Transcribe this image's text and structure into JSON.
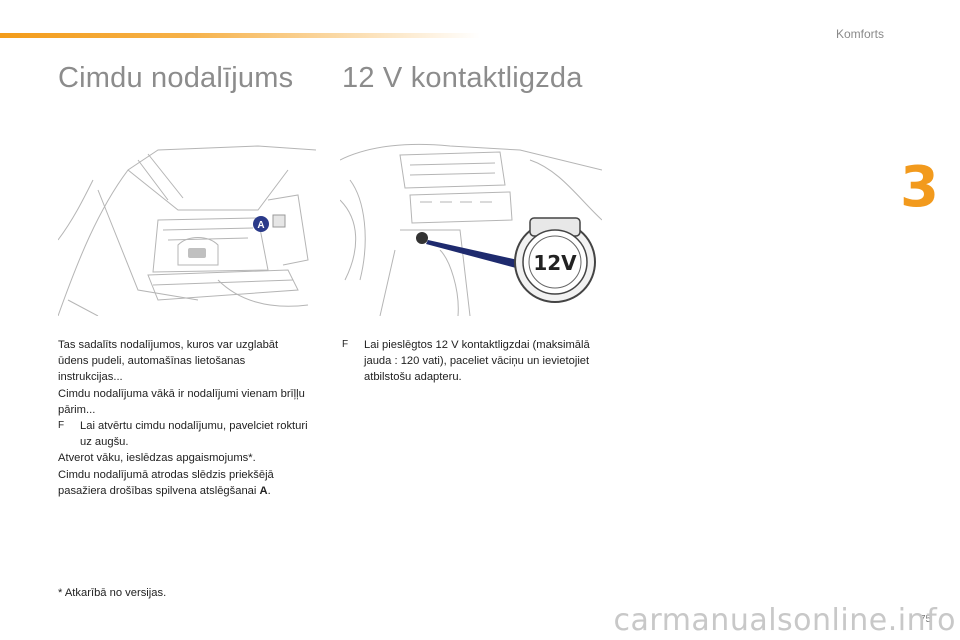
{
  "header": {
    "section": "Komforts",
    "chapter_number": "3"
  },
  "left": {
    "title": "Cimdu nodalījums",
    "marker_label": "A",
    "p1": "Tas sadalīts nodalījumos, kuros var uzglabāt ūdens pudeli, automašīnas lietošanas instrukcijas...",
    "p2": "Cimdu nodalījuma vākā ir nodalījumi vienam brīļļu pārim...",
    "bullet": "Lai atvērtu cimdu nodalījumu, pavelciet rokturi uz augšu.",
    "p3": "Atverot vāku, ieslēdzas apgaismojums*.",
    "p4_prefix": "Cimdu nodalījumā atrodas slēdzis priekšējā pasažiera drošības spilvena atslēgšanai ",
    "p4_bold": "A",
    "p4_suffix": "."
  },
  "right": {
    "title": "12 V kontaktligzda",
    "socket_label": "12V",
    "bullet": "Lai pieslēgtos 12 V kontaktligzdai (maksimālā jauda : 120 vati), paceliet vāciņu un ievietojiet atbilstošu adapteru."
  },
  "bullet_symbol": "F",
  "footnote": "* Atkarībā no versijas.",
  "page_number": "75",
  "watermark": "carmanualsonline.info"
}
